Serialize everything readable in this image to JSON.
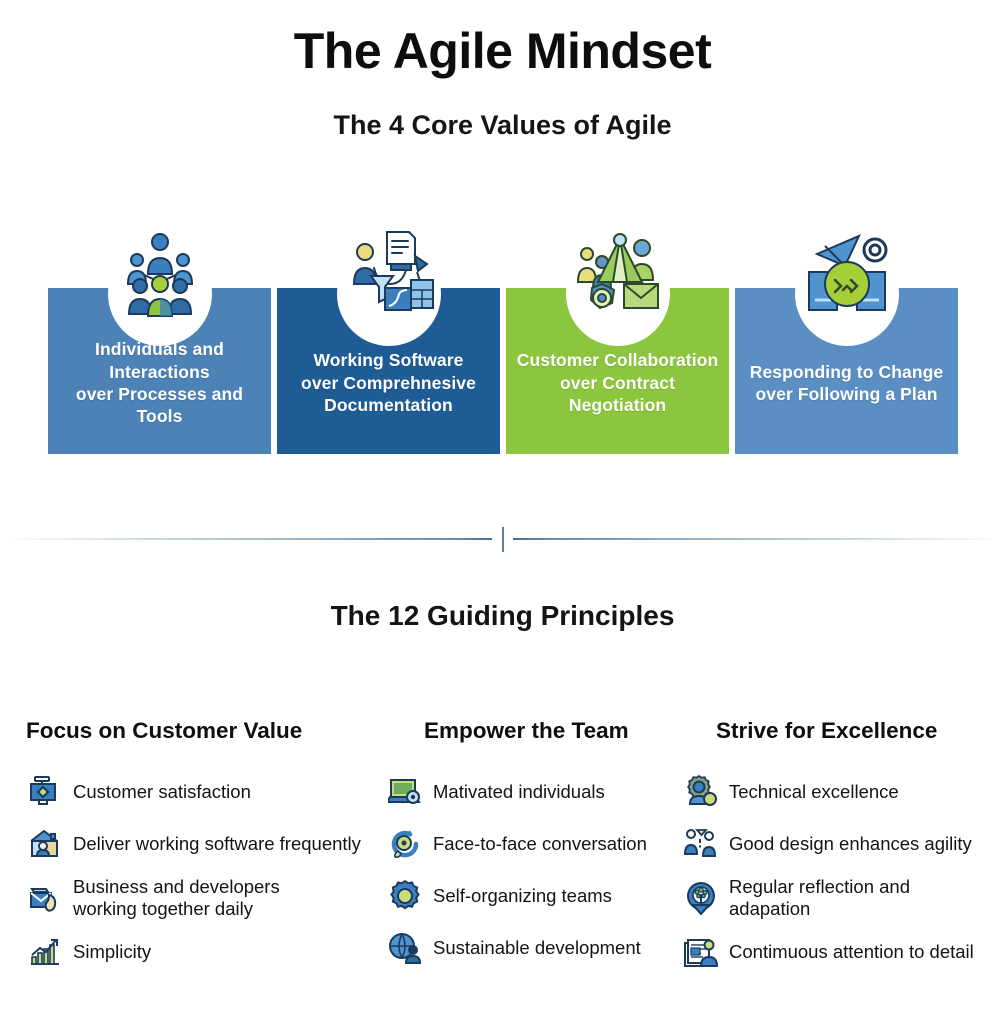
{
  "header": {
    "title": "The Agile Mindset",
    "subtitle": "The 4 Core Values of Agile"
  },
  "values_section": {
    "cards": [
      {
        "label": "Individuals and Interactions\nover Processes and Tools",
        "color": "#4c82b6",
        "icon": "people-network-icon"
      },
      {
        "label": "Working Software\nover Comprehnesive\nDocumentation",
        "color": "#1f5c96",
        "icon": "document-workflow-icon"
      },
      {
        "label": "Customer Collaboration\nover Contract Negotiation",
        "color": "#8cc63e",
        "icon": "collaboration-icon"
      },
      {
        "label": "Responding to Change\nover Following a Plan",
        "color": "#5b8fc4",
        "icon": "change-adapt-icon"
      }
    ]
  },
  "principles_section": {
    "title": "The 12 Guiding Principles",
    "columns": [
      {
        "heading": "Focus on Customer Value",
        "items": [
          {
            "label": "Customer satisfaction",
            "icon": "award-badge-icon"
          },
          {
            "label": "Deliver working software frequently",
            "icon": "house-person-icon"
          },
          {
            "label": "Business and developers\nworking together daily",
            "icon": "envelope-hand-icon"
          },
          {
            "label": "Simplicity",
            "icon": "growth-chart-icon"
          }
        ]
      },
      {
        "heading": "Empower the Team",
        "items": [
          {
            "label": "Mativated individuals",
            "icon": "monitor-target-icon"
          },
          {
            "label": "Face-to-face conversation",
            "icon": "conversation-cycle-icon"
          },
          {
            "label": "Self-organizing teams",
            "icon": "gear-icon"
          },
          {
            "label": "Sustainable development",
            "icon": "person-globe-icon"
          }
        ]
      },
      {
        "heading": "Strive for Excellence",
        "items": [
          {
            "label": "Technical excellence",
            "icon": "person-gear-icon"
          },
          {
            "label": "Good design enhances agility",
            "icon": "two-people-idea-icon"
          },
          {
            "label": "Regular reflection and adapation",
            "icon": "reflection-tree-icon"
          },
          {
            "label": "Contimuous attention to detail",
            "icon": "document-person-icon"
          }
        ]
      }
    ]
  },
  "divider": {
    "accent_color": "#5d819c"
  }
}
